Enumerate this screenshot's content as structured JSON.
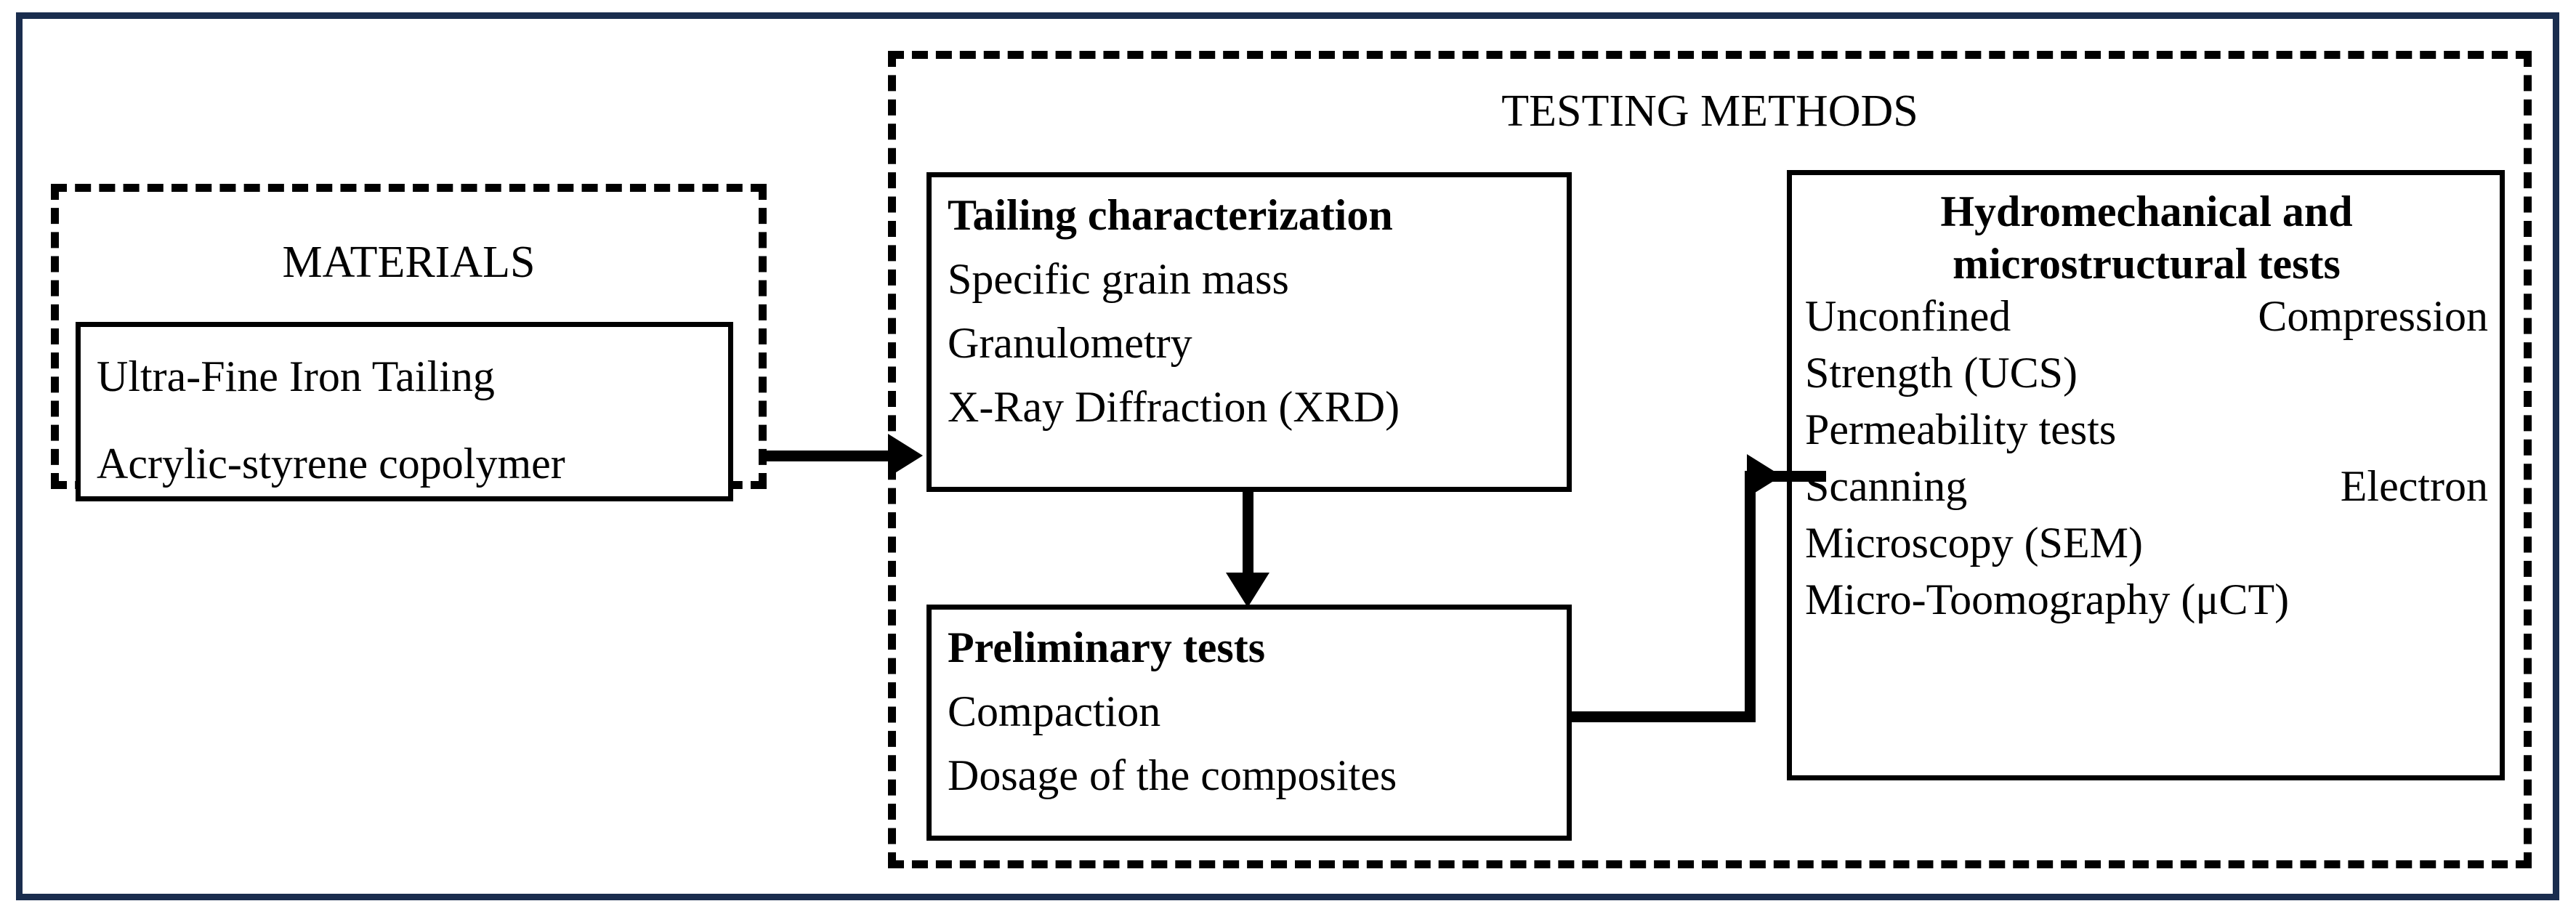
{
  "figure": {
    "type": "flowchart",
    "frame_color": "#1a2d4e",
    "line_color": "#000000",
    "background": "#ffffff"
  },
  "groups": {
    "materials": {
      "title": "MATERIALS",
      "box": {
        "lines": [
          "Ultra-Fine Iron Tailing",
          "Acrylic-styrene copolymer"
        ]
      }
    },
    "testing_methods": {
      "title": "TESTING METHODS",
      "boxes": {
        "tailing_characterization": {
          "heading": "Tailing characterization",
          "items": [
            "Specific grain mass",
            "Granulometry",
            "X-Ray Diffraction (XRD)"
          ]
        },
        "preliminary_tests": {
          "heading": "Preliminary tests",
          "items": [
            "Compaction",
            "Dosage of the composites"
          ]
        },
        "hydromechanical": {
          "heading_line1": "Hydromechanical and",
          "heading_line2": "microstructural tests",
          "items": [
            "Unconfined Compression",
            "Strength (UCS)",
            "Permeability tests",
            "Scanning Electron",
            "Microscopy (SEM)",
            "Micro-Toomography (μCT)"
          ]
        }
      }
    }
  },
  "arrows": [
    {
      "name": "materials-to-testing",
      "from": "materials",
      "to": "tailing-characterization",
      "direction": "right"
    },
    {
      "name": "tailing-to-preliminary",
      "from": "tailing-characterization",
      "to": "preliminary-tests",
      "direction": "down"
    },
    {
      "name": "preliminary-to-hydromechanical",
      "from": "preliminary-tests",
      "to": "hydromechanical",
      "direction": "elbow-right-up-right"
    }
  ]
}
